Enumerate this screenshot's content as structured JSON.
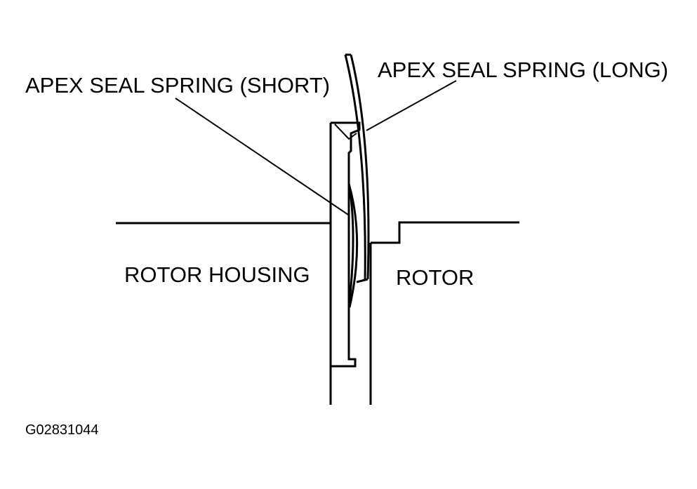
{
  "labels": {
    "short_spring": "APEX SEAL SPRING (SHORT)",
    "long_spring": "APEX SEAL SPRING (LONG)",
    "rotor_housing": "ROTOR HOUSING",
    "rotor": "ROTOR",
    "figure_code": "G02831044"
  },
  "colors": {
    "line": "#000000",
    "background": "#ffffff"
  }
}
